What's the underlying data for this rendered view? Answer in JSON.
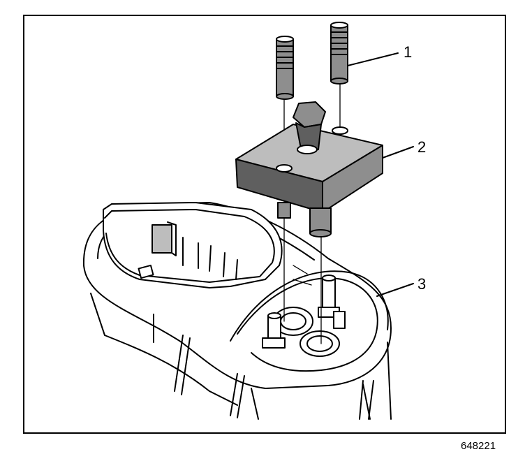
{
  "callouts": [
    {
      "number": "1"
    },
    {
      "number": "2"
    },
    {
      "number": "3"
    }
  ],
  "figure_id": "648221"
}
